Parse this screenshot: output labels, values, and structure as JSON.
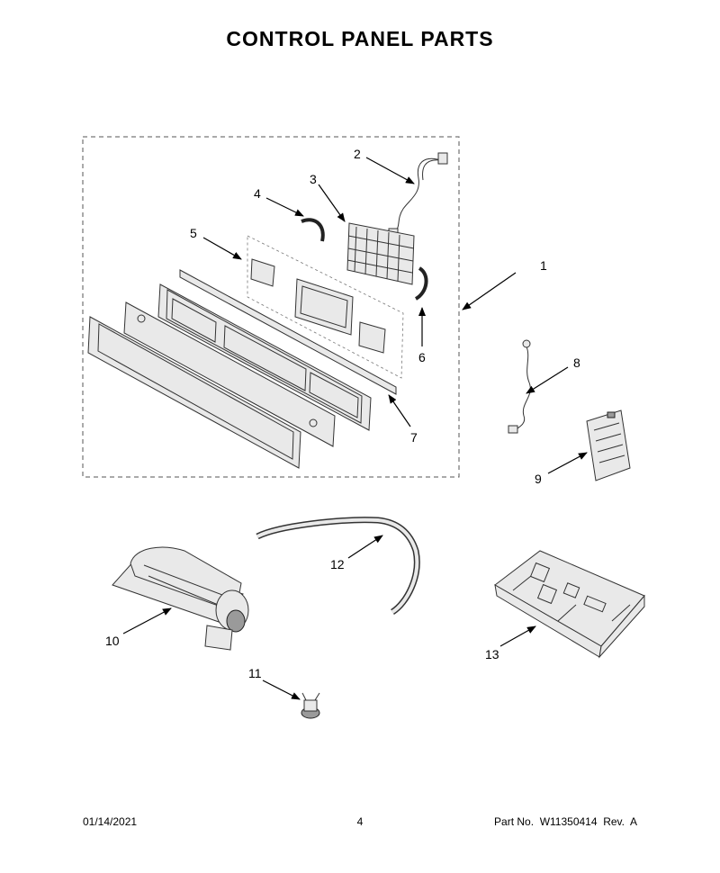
{
  "page": {
    "title": "CONTROL PANEL PARTS"
  },
  "callouts": [
    "1",
    "2",
    "3",
    "4",
    "5",
    "6",
    "7",
    "8",
    "9",
    "10",
    "11",
    "12",
    "13"
  ],
  "footer": {
    "date": "01/14/2021",
    "page_number": "4",
    "part_info": "Part No.  W11350414  Rev.  A"
  }
}
